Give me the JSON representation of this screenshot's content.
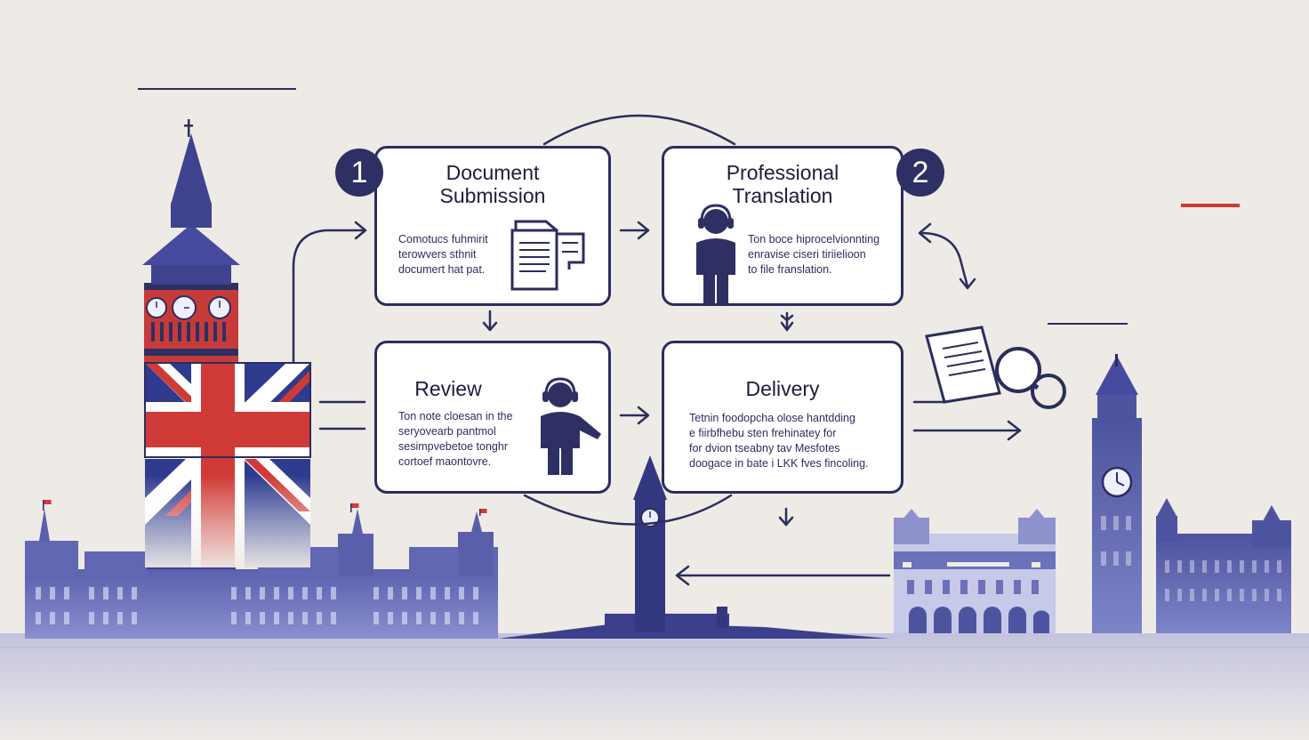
{
  "colors": {
    "background": "#eeeae6",
    "navy": "#2b2d5c",
    "building_blue": "#6a6fb8",
    "red": "#d03a36"
  },
  "steps": [
    {
      "title": "Document\nSubmission",
      "badge": "1",
      "body": "Comotucs fuhmirit\nterowvers sthnit\ndocumert hat pat.",
      "icon": "document-icon"
    },
    {
      "title": "Professional\nTranslation",
      "badge": "2",
      "body": "Ton boce hiprocelvionnting\nenravise ciseri tiriielioon\nto file franslation.",
      "icon": "translator-headset-icon"
    },
    {
      "title": "Review",
      "body": "Ton note cloesan in the\nseryovearb pantmol\nsesimpvebetoe tonghr\ncortoef maontovre.",
      "icon": "reviewer-headset-icon"
    },
    {
      "title": "Delivery",
      "body": "Tetnin foodopcha olose hantdding\ne fiirbfhebu sten frehinatey for\nfor dvion tseabny tav Mesfotes\ndoogace in bate i LKK fves fincoling.",
      "icon": "none"
    }
  ],
  "decor": {
    "flag": "union-jack-flag",
    "left_landmark": "big-ben-tower",
    "right_landmark": "palace-of-westminster",
    "document_magnifier": "document-magnifier-icon"
  }
}
